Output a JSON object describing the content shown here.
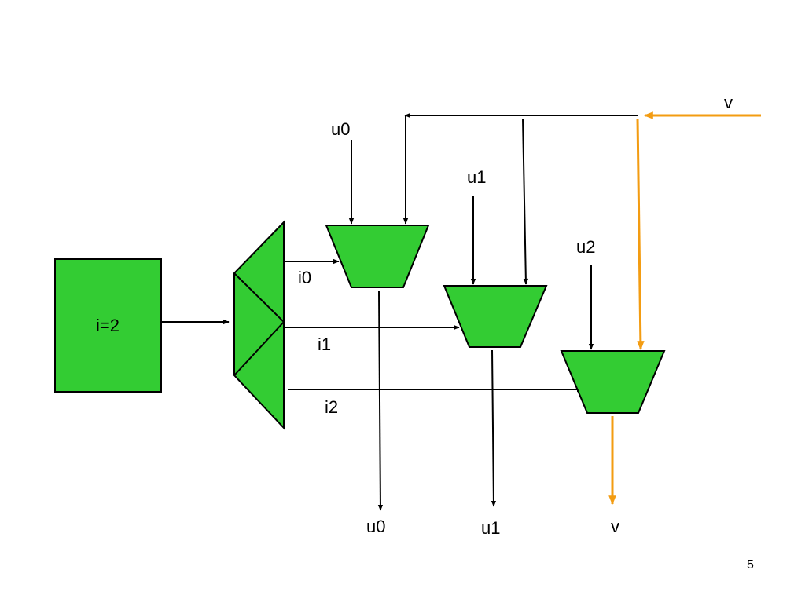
{
  "colors": {
    "block_fill": "#33cc33",
    "block_stroke": "#000000",
    "wire": "#000000",
    "highlight_wire": "#f39c12",
    "background": "#ffffff"
  },
  "register": {
    "label": "i=2"
  },
  "decoder_outputs": {
    "i0": "i0",
    "i1": "i1",
    "i2": "i2"
  },
  "mux_inputs": {
    "u0": "u0",
    "u1": "u1",
    "u2": "u2",
    "v": "v"
  },
  "outputs": {
    "u0": "u0",
    "u1": "u1",
    "v": "v"
  },
  "page_number": "5"
}
